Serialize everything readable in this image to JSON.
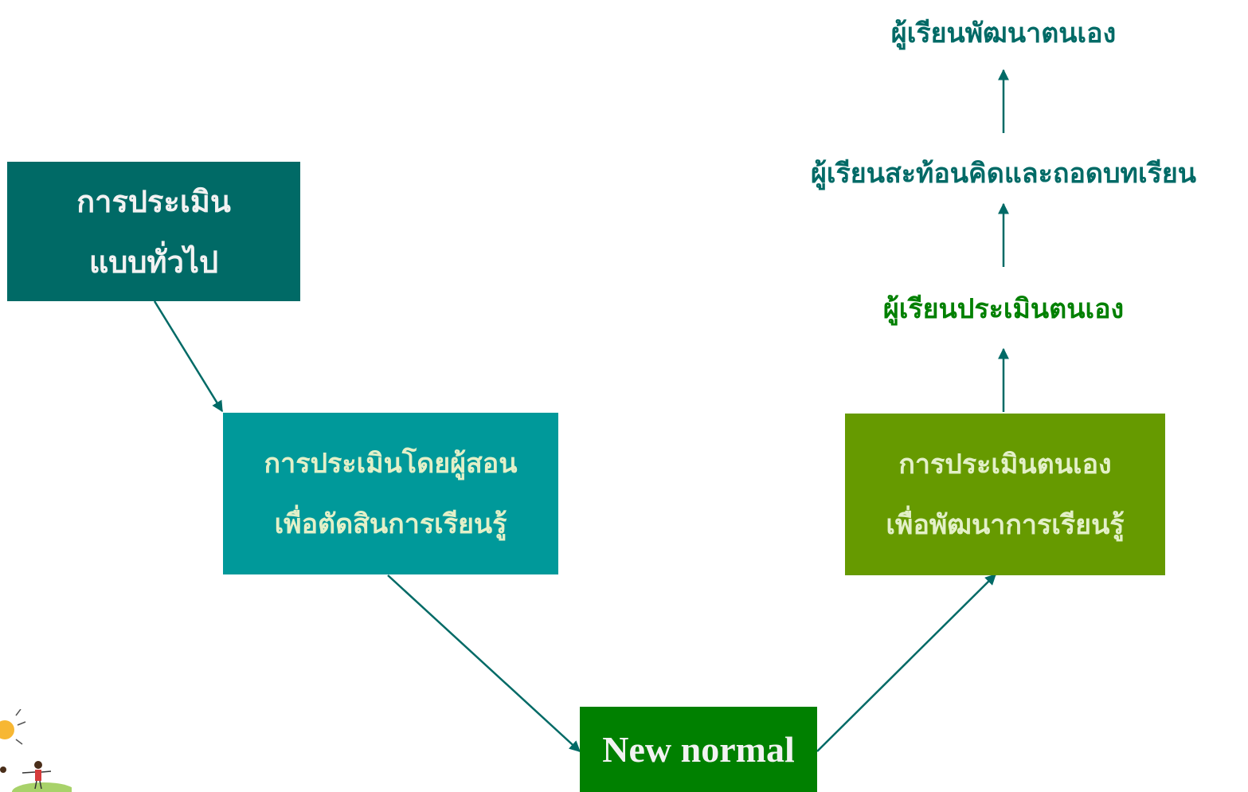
{
  "boxes": {
    "general": {
      "line1": "การประเมิน",
      "line2": "แบบทั่วไป",
      "color": "#006a66"
    },
    "teacher": {
      "line1": "การประเมินโดยผู้สอน",
      "line2": "เพื่อตัดสินการเรียนรู้",
      "color": "#00999a"
    },
    "self": {
      "line1": "การประเมินตนเอง",
      "line2": "เพื่อพัฒนาการเรียนรู้",
      "color": "#669a00"
    },
    "new_normal": {
      "label": "New normal",
      "color": "#008000"
    }
  },
  "labels": {
    "self_assess": "ผู้เรียนประเมินตนเอง",
    "reflect": "ผู้เรียนสะท้อนคิดและถอดบทเรียน",
    "develop": "ผู้เรียนพัฒนาตนเอง"
  },
  "colors": {
    "arrow": "#006a66",
    "text_dark": "#006a66",
    "text_green": "#008000"
  }
}
